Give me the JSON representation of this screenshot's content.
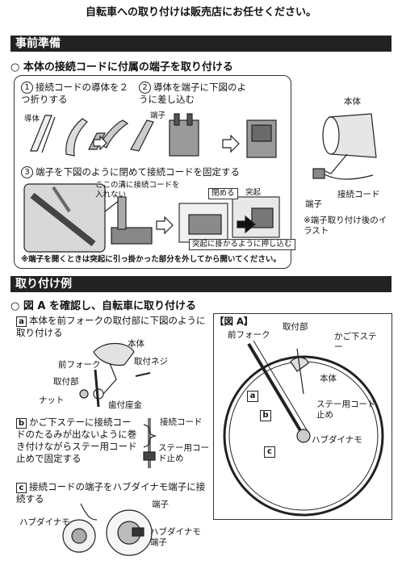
{
  "notice": "自転車への取り付けは販売店にお任せください。",
  "prep": {
    "header": "事前準備",
    "subheading": "本体の接続コードに付属の端子を取り付ける",
    "step1_num": "1",
    "step1_text": "接続コードの導体を２つ折りする",
    "step2_num": "2",
    "step2_text": "導体を端子に下図のように差し込む",
    "step3_num": "3",
    "step3_text": "端子を下図のように閉めて接続コードを固定する",
    "label_conductor": "導体",
    "label_terminal": "端子",
    "label_groove": "ここの溝に接続コードを入れない",
    "label_close": "閉める",
    "label_protrusion": "突起",
    "label_push": "突起に掛かるように押し込む",
    "note": "※端子を開くときは突起に引っ掛かった部分を外してから開いてください。",
    "side_body": "本体",
    "side_terminal": "端子",
    "side_cord": "接続コード",
    "side_caption": "※端子取り付け後のイラスト"
  },
  "mount": {
    "header": "取り付け例",
    "subheading": "図 A を確認し、自転車に取り付ける",
    "a_tag": "a",
    "a_text": "本体を前フォークの取付部に下図のように取り付ける",
    "a_labels": {
      "body": "本体",
      "front_fork": "前フォーク",
      "screw": "取付ネジ",
      "mount": "取付部",
      "nut": "ナット",
      "washer": "歯付座金"
    },
    "b_tag": "b",
    "b_text": "かご下ステーに接続コードのたるみが出ないように巻き付けながらステー用コード止めで固定する",
    "b_labels": {
      "cord": "接続コード",
      "clip": "ステー用コード止め"
    },
    "c_tag": "c",
    "c_text": "接続コードの端子をハブダイナモ端子に接続する",
    "c_labels": {
      "terminal": "端子",
      "hub": "ハブダイナモ",
      "hub_terminal": "ハブダイナモ端子"
    },
    "figure": {
      "title": "【図 A】",
      "front_fork": "前フォーク",
      "mount": "取付部",
      "basket": "かご下ステー",
      "body": "本体",
      "clip": "ステー用コード止め",
      "hub": "ハブダイナモ",
      "tag_a": "a",
      "tag_b": "b",
      "tag_c": "c"
    }
  }
}
